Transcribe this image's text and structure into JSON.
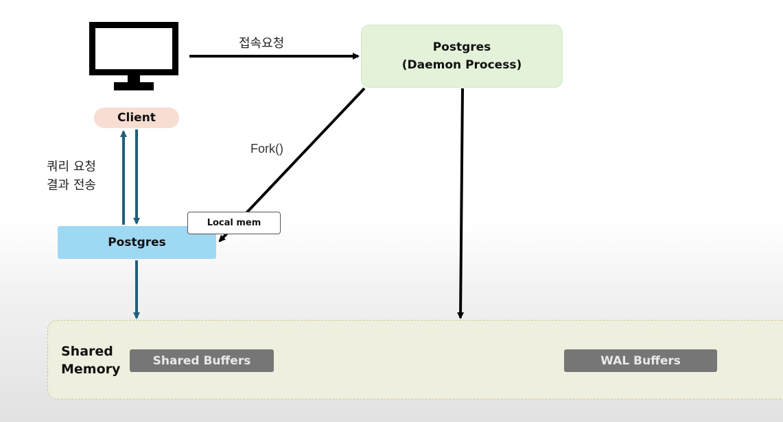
{
  "connect_request_label": "접속요청",
  "client": {
    "label": "Client",
    "icon": "monitor-icon"
  },
  "daemon": {
    "title": "Postgres",
    "subtitle": "(Daemon Process)",
    "color": "#e3f2d9"
  },
  "fork_label": "Fork()",
  "query": {
    "line1": "쿼리 요청",
    "line2": "결과 전송"
  },
  "backend": {
    "label": "Postgres",
    "color": "#9fd8f2"
  },
  "local_mem_label": "Local mem",
  "shared_memory": {
    "line1": "Shared",
    "line2": "Memory",
    "buffers": [
      "Shared Buffers",
      "WAL Buffers"
    ]
  },
  "colors": {
    "teal_arrow": "#1e5f7a",
    "black_arrow": "#000000",
    "buffer_bg": "#767676"
  }
}
